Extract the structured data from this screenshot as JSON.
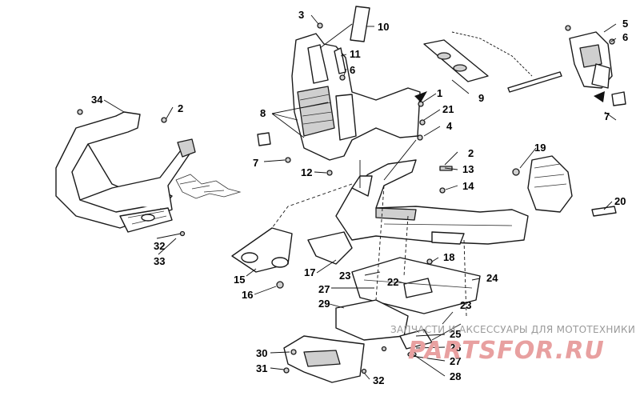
{
  "callouts": [
    {
      "id": "c1",
      "text": "1"
    },
    {
      "id": "c2a",
      "text": "2"
    },
    {
      "id": "c2b",
      "text": "2"
    },
    {
      "id": "c3",
      "text": "3"
    },
    {
      "id": "c4",
      "text": "4"
    },
    {
      "id": "c5",
      "text": "5"
    },
    {
      "id": "c6a",
      "text": "6"
    },
    {
      "id": "c6b",
      "text": "6"
    },
    {
      "id": "c7a",
      "text": "7"
    },
    {
      "id": "c7b",
      "text": "7"
    },
    {
      "id": "c8",
      "text": "8"
    },
    {
      "id": "c9",
      "text": "9"
    },
    {
      "id": "c10",
      "text": "10"
    },
    {
      "id": "c11",
      "text": "11"
    },
    {
      "id": "c12",
      "text": "12"
    },
    {
      "id": "c13",
      "text": "13"
    },
    {
      "id": "c14",
      "text": "14"
    },
    {
      "id": "c15",
      "text": "15"
    },
    {
      "id": "c16",
      "text": "16"
    },
    {
      "id": "c17",
      "text": "17"
    },
    {
      "id": "c18",
      "text": "18"
    },
    {
      "id": "c19",
      "text": "19"
    },
    {
      "id": "c20",
      "text": "20"
    },
    {
      "id": "c21",
      "text": "21"
    },
    {
      "id": "c22",
      "text": "22"
    },
    {
      "id": "c23a",
      "text": "23"
    },
    {
      "id": "c23b",
      "text": "23"
    },
    {
      "id": "c24",
      "text": "24"
    },
    {
      "id": "c25",
      "text": "25"
    },
    {
      "id": "c26",
      "text": "26"
    },
    {
      "id": "c27a",
      "text": "27"
    },
    {
      "id": "c27b",
      "text": "27"
    },
    {
      "id": "c28",
      "text": "28"
    },
    {
      "id": "c29",
      "text": "29"
    },
    {
      "id": "c30",
      "text": "30"
    },
    {
      "id": "c31",
      "text": "31"
    },
    {
      "id": "c32a",
      "text": "32"
    },
    {
      "id": "c32b",
      "text": "32"
    },
    {
      "id": "c33",
      "text": "33"
    },
    {
      "id": "c34",
      "text": "34"
    }
  ],
  "watermark": {
    "caption": "ЗАПЧАСТИ И АКСЕССУАРЫ ДЛЯ МОТОТЕХНИКИ",
    "logo": "PARTSFOR.RU"
  }
}
